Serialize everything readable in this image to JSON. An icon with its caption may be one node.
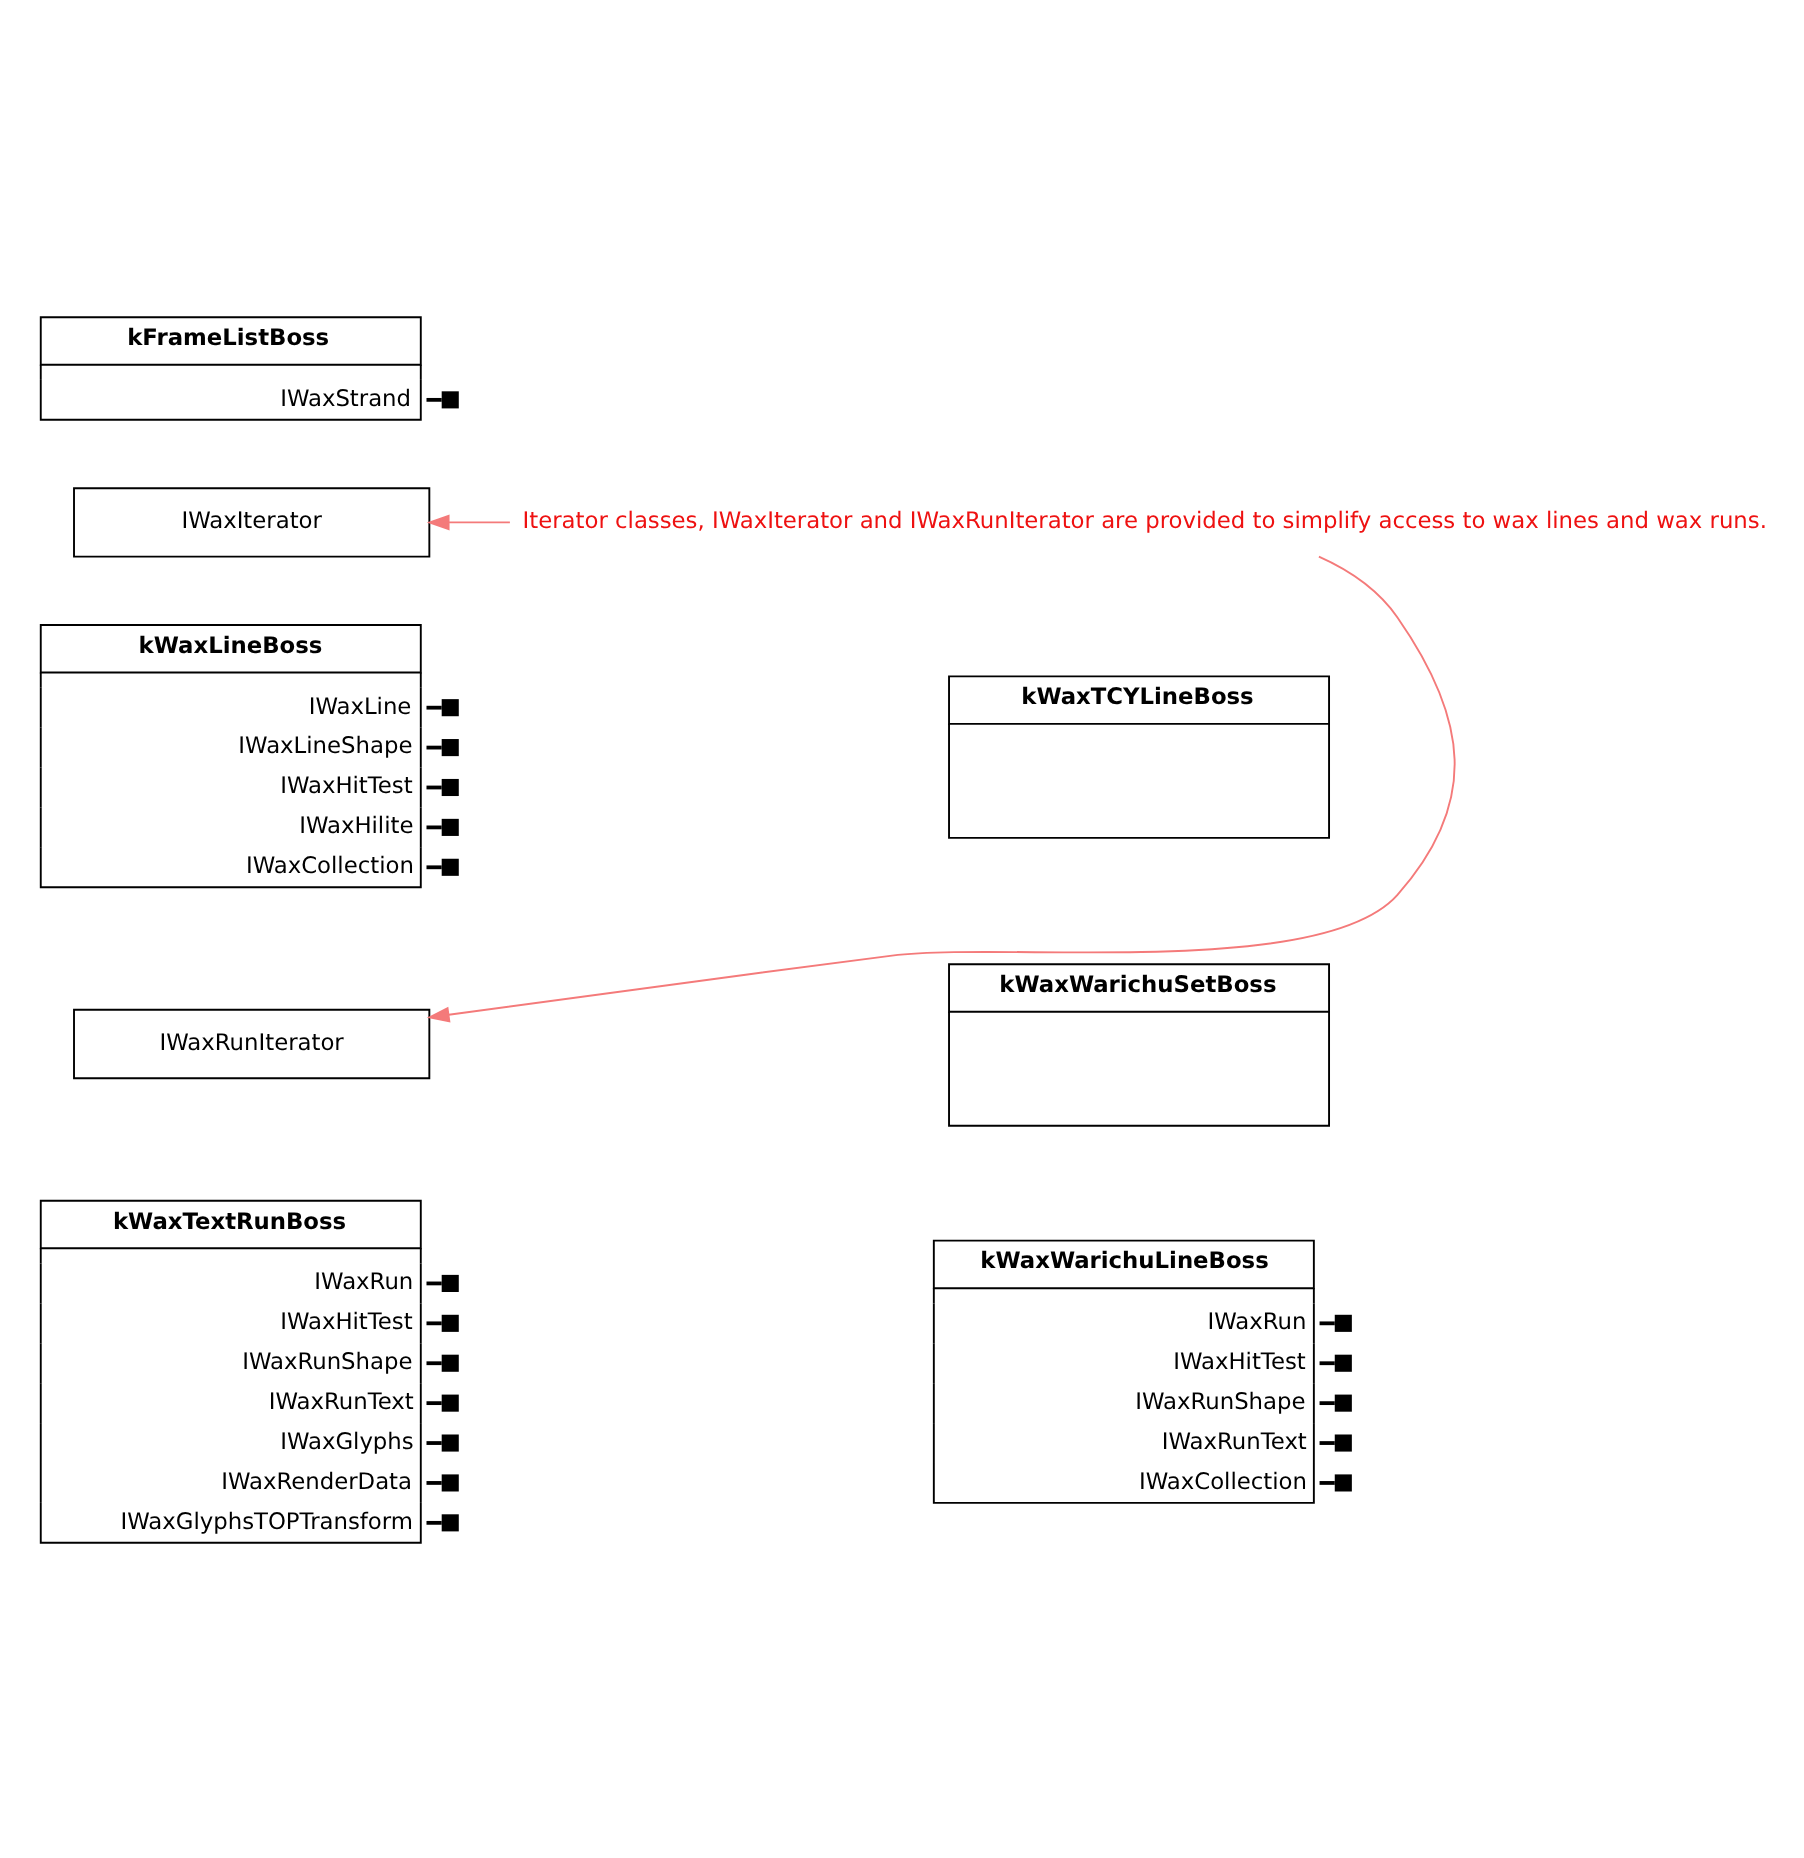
{
  "diagram": {
    "nodes": [
      {
        "text": [
          "kFrameListBoss",
          "IWaxStrand"
        ]
      },
      {
        "text": [
          "IWaxIterator"
        ]
      },
      {
        "text": [
          "Iterator classes, IWaxIterator and IWaxRunIterator are provided to simplify access to wax lines and wax runs."
        ]
      },
      {
        "text": [
          "kWaxLineBoss",
          "IWaxLine",
          "IWaxLineShape",
          "IWaxHitTest",
          "IWaxHilite",
          "IWaxCollection"
        ]
      },
      {
        "text": [
          "kWaxTCYLineBoss"
        ]
      },
      {
        "text": [
          "kWaxWarichuSetBoss"
        ]
      },
      {
        "text": [
          "kWaxWarichuLineBoss",
          "IWaxRun",
          "IWaxHitTest",
          "IWaxRunShape",
          "IWaxRunText",
          "IWaxCollection"
        ]
      },
      {
        "text": [
          "IWaxRunIterator"
        ]
      },
      {
        "text": [
          "kWaxTextRunBoss",
          "IWaxRun",
          "IWaxHitTest",
          "IWaxRunShape",
          "IWaxRunText",
          "IWaxGlyphs",
          "IWaxRenderData",
          "IWaxGlyphsTOPTransform"
        ]
      }
    ],
    "edges": [
      {
        "from": 2,
        "to": 1,
        "arrow": "to",
        "color": "#f47a7a"
      },
      {
        "from": 2,
        "to": 7,
        "arrow": "to",
        "color": "#f47a7a"
      }
    ]
  }
}
